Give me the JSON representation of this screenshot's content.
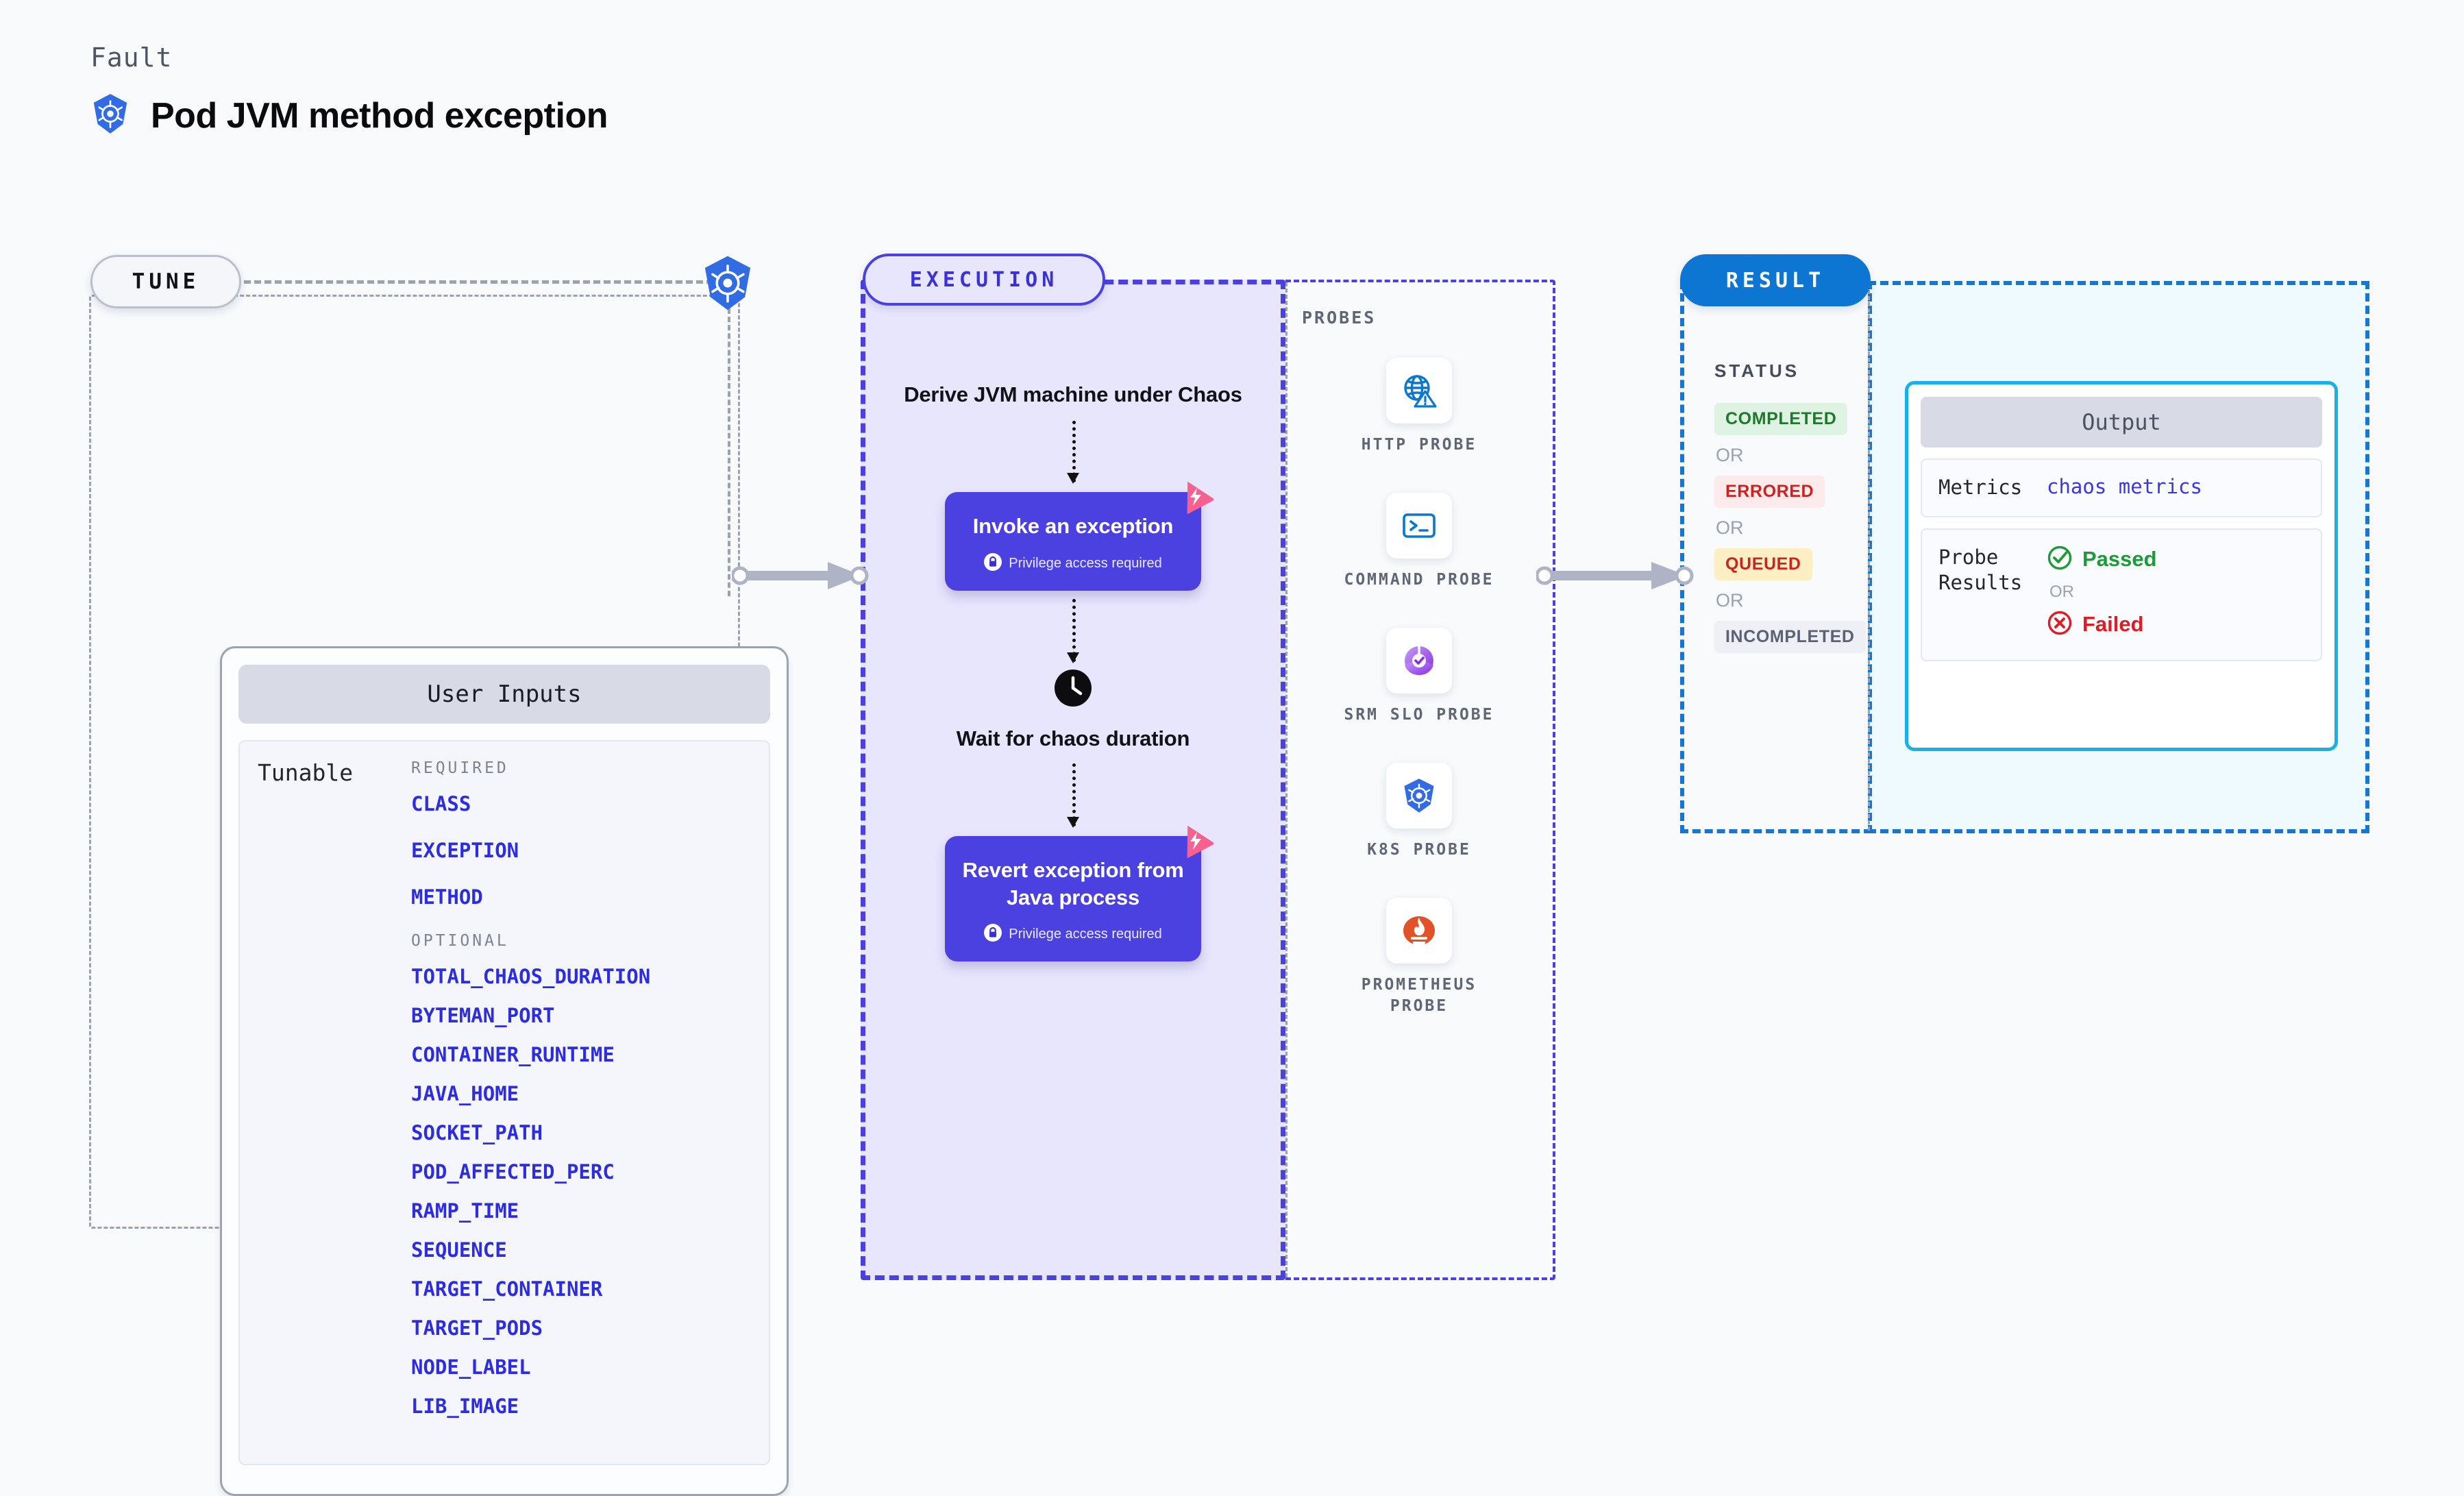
{
  "header": {
    "eyebrow": "Fault",
    "title": "Pod JVM method exception",
    "icon": "kubernetes-icon"
  },
  "tune": {
    "pill_label": "TUNE",
    "badge_icon": "kubernetes-icon",
    "card": {
      "header": "User Inputs",
      "tunable_label": "Tunable",
      "groups": [
        {
          "title": "REQUIRED",
          "params": [
            "CLASS",
            "EXCEPTION",
            "METHOD"
          ]
        },
        {
          "title": "OPTIONAL",
          "params": [
            "TOTAL_CHAOS_DURATION",
            "BYTEMAN_PORT",
            "CONTAINER_RUNTIME",
            "JAVA_HOME",
            "SOCKET_PATH",
            "POD_AFFECTED_PERC",
            "RAMP_TIME",
            "SEQUENCE",
            "TARGET_CONTAINER",
            "TARGET_PODS",
            "NODE_LABEL",
            "LIB_IMAGE"
          ]
        }
      ]
    }
  },
  "execution": {
    "pill_label": "EXECUTION",
    "steps": [
      {
        "type": "heading",
        "text": "Derive JVM machine under Chaos"
      },
      {
        "type": "card",
        "title": "Invoke an exception",
        "note": "Privilege access required",
        "note_icon": "lock-icon",
        "badge_icon": "chaos-badge-icon"
      },
      {
        "type": "heading",
        "text": "Wait for chaos duration",
        "icon": "clock-icon"
      },
      {
        "type": "card",
        "title": "Revert exception from Java process",
        "note": "Privilege access required",
        "note_icon": "lock-icon",
        "badge_icon": "chaos-badge-icon"
      }
    ]
  },
  "probes": {
    "section_label": "PROBES",
    "items": [
      {
        "name": "HTTP PROBE",
        "icon": "globe-warning-icon"
      },
      {
        "name": "COMMAND PROBE",
        "icon": "terminal-icon"
      },
      {
        "name": "SRM SLO PROBE",
        "icon": "gauge-check-icon"
      },
      {
        "name": "K8S PROBE",
        "icon": "kubernetes-icon"
      },
      {
        "name": "PROMETHEUS PROBE",
        "icon": "prometheus-flame-icon"
      }
    ]
  },
  "result": {
    "pill_label": "RESULT",
    "status_label": "STATUS",
    "or_label": "OR",
    "statuses": [
      {
        "label": "COMPLETED",
        "bg": "#dff3e2",
        "color": "#1d7a2c"
      },
      {
        "label": "ERRORED",
        "bg": "#fdeaea",
        "color": "#cc2222"
      },
      {
        "label": "QUEUED",
        "bg": "#fdeec4",
        "color": "#cc2222"
      },
      {
        "label": "INCOMPLETED",
        "bg": "#eef0f6",
        "color": "#5b6274"
      }
    ],
    "output": {
      "header": "Output",
      "metrics_label": "Metrics",
      "metrics_value": "chaos metrics",
      "probe_results_label": "Probe Results",
      "passed_label": "Passed",
      "failed_label": "Failed",
      "or_label": "OR",
      "passed_icon": "check-circle-icon",
      "failed_icon": "x-circle-icon"
    }
  },
  "colors": {
    "accent_purple": "#4b41e0",
    "accent_blue": "#0d76d3",
    "accent_cyan": "#17b0e8",
    "k8s_blue": "#326ce5",
    "chaos_pink": "#f8608f",
    "param_blue": "#2d2de0",
    "pass_green": "#1d9b38",
    "fail_red": "#e01b24"
  }
}
